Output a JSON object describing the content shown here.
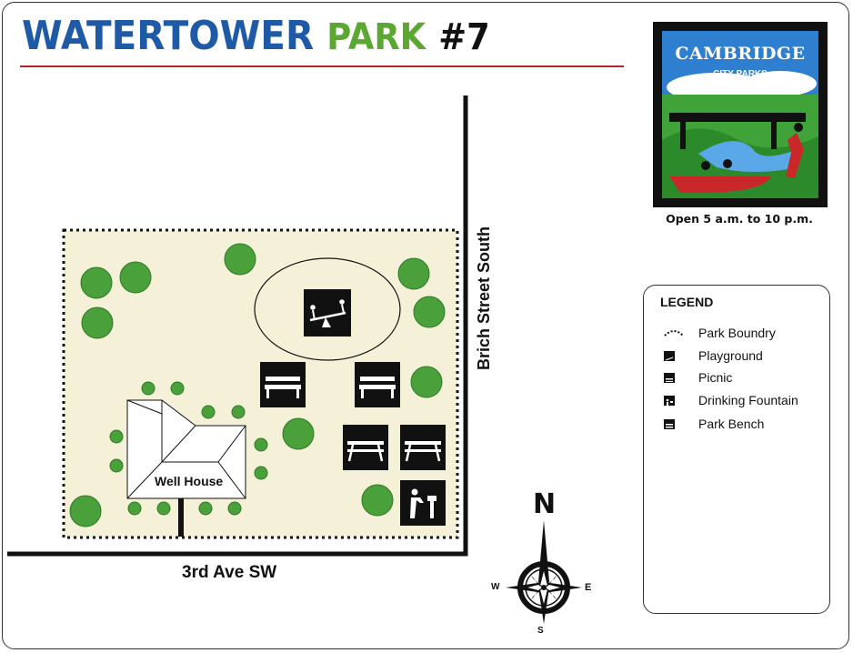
{
  "title": {
    "word1": "WATERTOWER",
    "word2": "PARK",
    "number": "#7"
  },
  "logo": {
    "name": "CAMBRIDGE",
    "subtitle": "CITY PARKS"
  },
  "hours": "Open 5 a.m. to 10 p.m.",
  "streets": {
    "south": "3rd Ave SW",
    "east": "Brich Street South"
  },
  "buildings": {
    "well_house": "Well House"
  },
  "compass": {
    "n": "N",
    "s": "S",
    "e": "E",
    "w": "W"
  },
  "legend": {
    "title": "LEGEND",
    "items": [
      {
        "label": "Park Boundry",
        "icon": "dotted-line-icon"
      },
      {
        "label": "Playground",
        "icon": "seesaw-icon"
      },
      {
        "label": "Picnic",
        "icon": "picnic-table-icon"
      },
      {
        "label": "Drinking Fountain",
        "icon": "drinking-fountain-icon"
      },
      {
        "label": "Park Bench",
        "icon": "bench-icon"
      }
    ]
  },
  "colors": {
    "park_fill": "#f5f0d8",
    "tree": "#4aa03a",
    "title_blue": "#1f5aa6",
    "title_green": "#5aa832",
    "rule_red": "#b3262c"
  }
}
